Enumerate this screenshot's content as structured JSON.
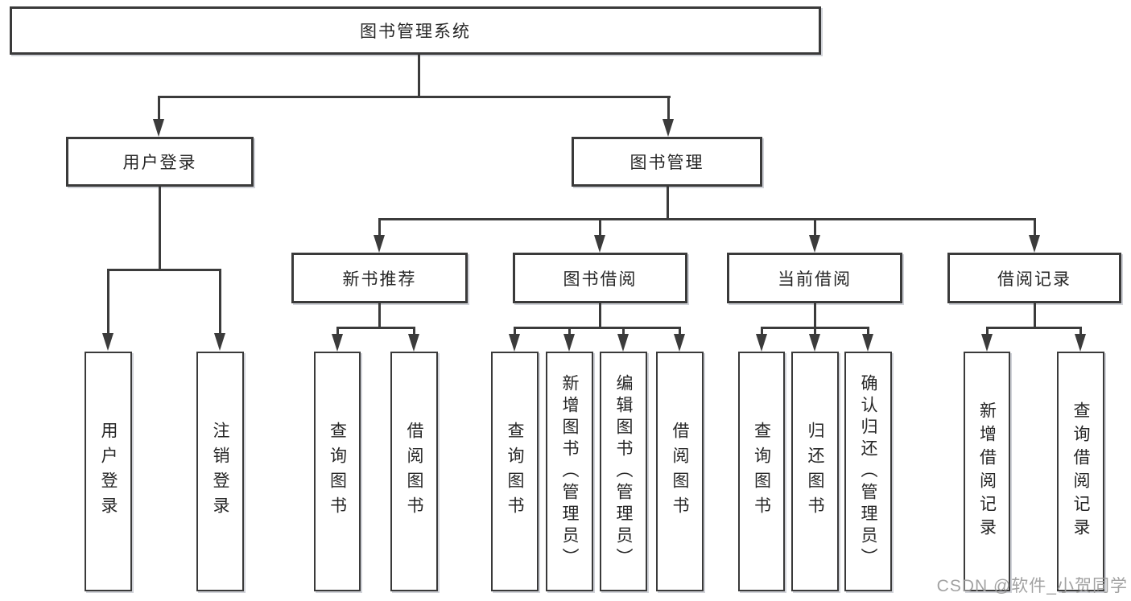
{
  "diagram": {
    "type": "tree",
    "title": "图书管理系统"
  },
  "nodes": {
    "root": "图书管理系统",
    "user_login": "用户登录",
    "book_mgmt": "图书管理",
    "new_books": "新书推荐",
    "book_borrow": "图书借阅",
    "current_borrow": "当前借阅",
    "borrow_records": "借阅记录",
    "leaf_user_login": "用户登录",
    "leaf_logout": "注销登录",
    "leaf_nb_query_books": "查询图书",
    "leaf_nb_borrow_books": "借阅图书",
    "leaf_bb_query_books": "查询图书",
    "leaf_bb_add_books": "新增图书（管理员）",
    "leaf_bb_edit_books": "编辑图书（管理员）",
    "leaf_bb_borrow_books": "借阅图书",
    "leaf_cb_query_books": "查询图书",
    "leaf_cb_return_books": "归还图书",
    "leaf_cb_confirm_return": "确认归还（管理员）",
    "leaf_br_add_record": "新增借阅记录",
    "leaf_br_query_record": "查询借阅记录"
  },
  "edges": [
    [
      "图书管理系统",
      "用户登录"
    ],
    [
      "图书管理系统",
      "图书管理"
    ],
    [
      "用户登录",
      "用户登录"
    ],
    [
      "用户登录",
      "注销登录"
    ],
    [
      "图书管理",
      "新书推荐"
    ],
    [
      "图书管理",
      "图书借阅"
    ],
    [
      "图书管理",
      "当前借阅"
    ],
    [
      "图书管理",
      "借阅记录"
    ],
    [
      "新书推荐",
      "查询图书"
    ],
    [
      "新书推荐",
      "借阅图书"
    ],
    [
      "图书借阅",
      "查询图书"
    ],
    [
      "图书借阅",
      "新增图书（管理员）"
    ],
    [
      "图书借阅",
      "编辑图书（管理员）"
    ],
    [
      "图书借阅",
      "借阅图书"
    ],
    [
      "当前借阅",
      "查询图书"
    ],
    [
      "当前借阅",
      "归还图书"
    ],
    [
      "当前借阅",
      "确认归还（管理员）"
    ],
    [
      "借阅记录",
      "新增借阅记录"
    ],
    [
      "借阅记录",
      "查询借阅记录"
    ]
  ],
  "watermark": {
    "text": "CSDN @软件_小贺同学"
  },
  "colors": {
    "line": "#3b3b3b",
    "box_border": "#3a3a3a",
    "text": "#262626",
    "watermark": "#9e9e9e",
    "background": "#ffffff"
  }
}
